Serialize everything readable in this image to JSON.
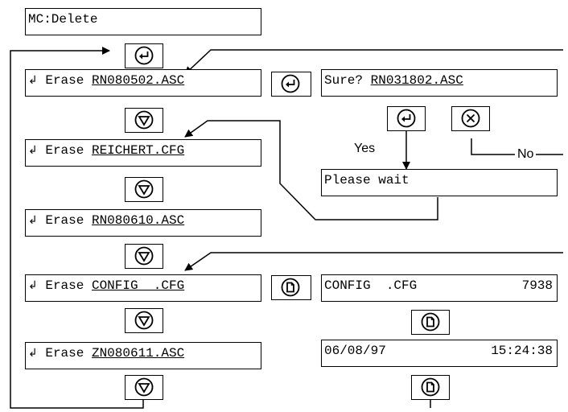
{
  "header": {
    "text": "MC:Delete"
  },
  "erase_prefix": "Erase",
  "enter_glyph": "↲",
  "erase_files": [
    "RN080502.ASC",
    "REICHERT.CFG",
    "RN080610.ASC",
    "CONFIG  .CFG",
    "ZN080611.ASC"
  ],
  "confirm": {
    "prefix": "Sure?",
    "file": "RN031802.ASC",
    "yes_label": "Yes",
    "no_label": "No"
  },
  "wait": {
    "text": "Please wait"
  },
  "file_info": {
    "name": "CONFIG  .CFG",
    "size": "7938",
    "date": "06/08/97",
    "time": "15:24:38"
  },
  "keys": {
    "enter": "enter-icon",
    "down": "down-triangle-icon",
    "cancel": "cancel-x-icon",
    "info": "document-icon"
  },
  "colors": {
    "line": "#000000",
    "background": "#ffffff"
  }
}
